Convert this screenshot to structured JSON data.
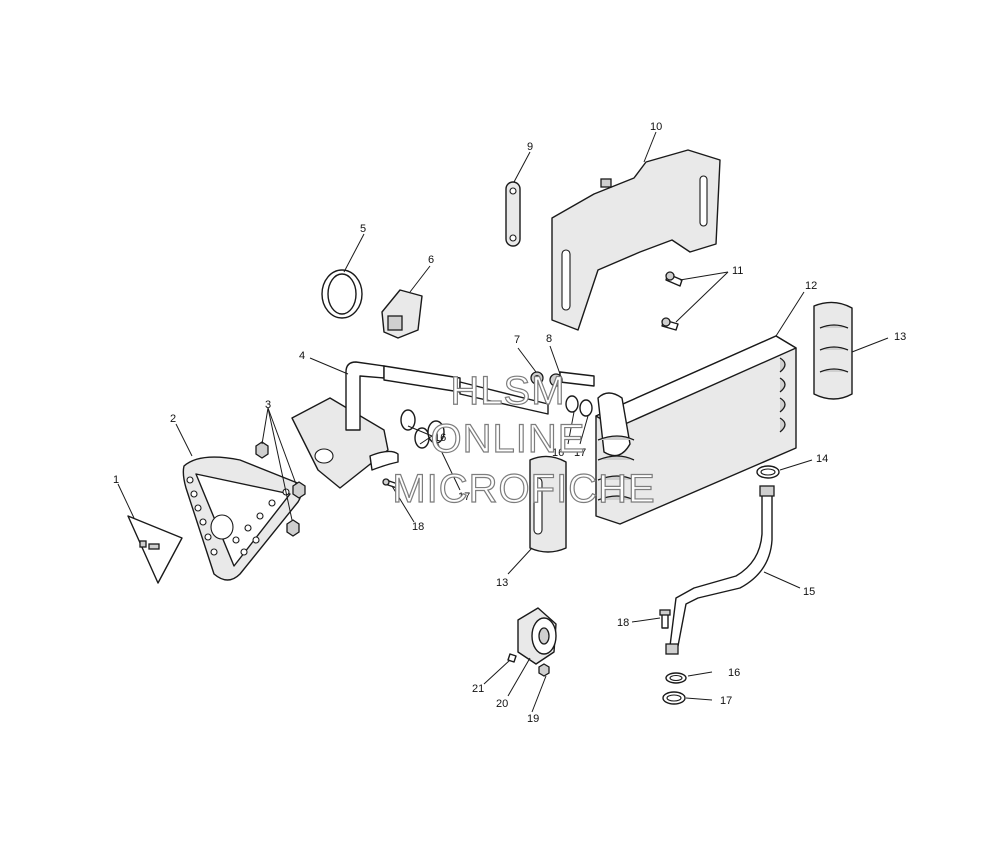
{
  "watermark": {
    "line1": "HLSM",
    "line2": "ONLINE",
    "line3": "MICROFICHE"
  },
  "callouts": {
    "c1": "1",
    "c2": "2",
    "c3": "3",
    "c4": "4",
    "c5": "5",
    "c6": "6",
    "c7": "7",
    "c8": "8",
    "c9": "9",
    "c10": "10",
    "c11": "11",
    "c12": "12",
    "c13a": "13",
    "c13b": "13",
    "c14": "14",
    "c15": "15",
    "c16a": "16",
    "c16b": "16",
    "c16c": "16",
    "c17a": "17",
    "c17b": "17",
    "c17c": "17",
    "c18a": "18",
    "c18b": "18",
    "c19": "19",
    "c20": "20",
    "c21": "21"
  }
}
